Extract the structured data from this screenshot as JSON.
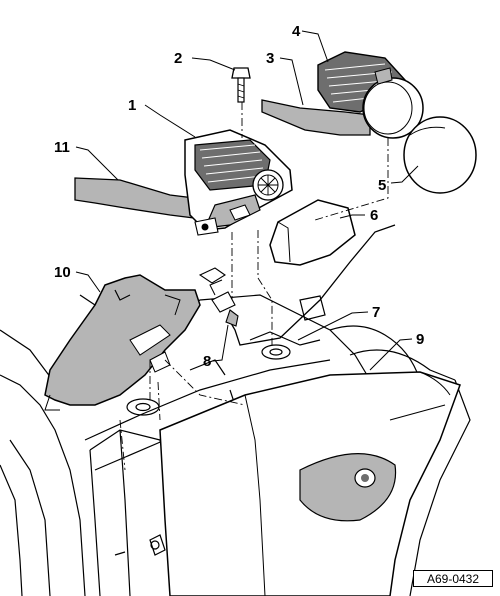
{
  "callouts": {
    "c1": "1",
    "c2": "2",
    "c3": "3",
    "c4": "4",
    "c5": "5",
    "c6": "6",
    "c7": "7",
    "c8": "8",
    "c9": "9",
    "c10": "10",
    "c11": "11"
  },
  "reference_code": "A69-0432",
  "colors": {
    "line": "#000000",
    "shade": "#b5b5b5",
    "dark_shade": "#6e6e6e",
    "background": "#ffffff"
  }
}
